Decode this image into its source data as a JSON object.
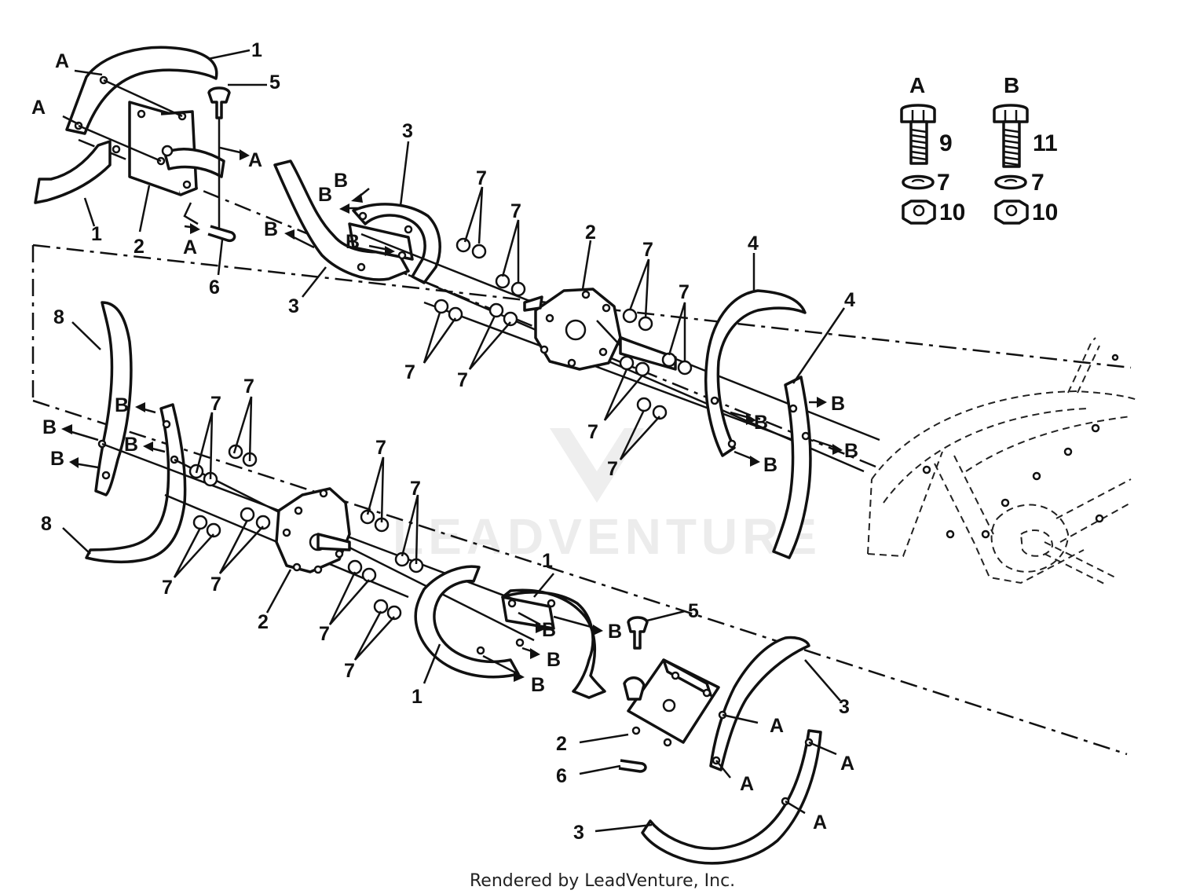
{
  "diagram": {
    "legend": {
      "col_a": {
        "letter": "A",
        "bolt": "9",
        "lockwasher": "7",
        "nut": "10"
      },
      "col_b": {
        "letter": "B",
        "bolt": "11",
        "lockwasher": "7",
        "nut": "10"
      }
    },
    "callouts": {
      "n1": "1",
      "n2": "2",
      "n3": "3",
      "n4": "4",
      "n5": "5",
      "n6": "6",
      "n7": "7",
      "n8": "8",
      "a": "A",
      "b": "B"
    },
    "watermark": "LEADVENTURE",
    "footer": "Rendered by LeadVenture, Inc."
  }
}
